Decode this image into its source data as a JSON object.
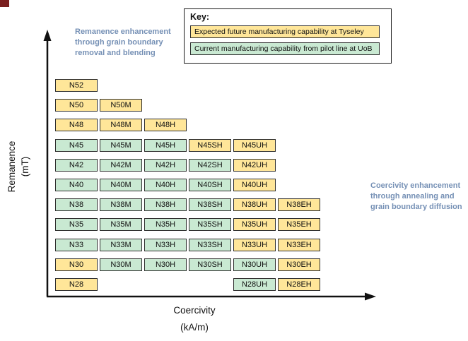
{
  "colors": {
    "future": "#FFE699",
    "current": "#C9E9D2",
    "annotation_blue": "#7590B5"
  },
  "key": {
    "title": "Key:",
    "items": [
      {
        "label": "Expected future manufacturing capability at Tyseley",
        "status": "future"
      },
      {
        "label": "Current manufacturing capability from pilot line at UoB",
        "status": "current"
      }
    ]
  },
  "annotations": {
    "remanence": "Remanence enhancement through grain boundary removal and blending",
    "coercivity": "Coercivity enhancement through annealing and grain boundary diffusion"
  },
  "axes": {
    "y_label_lines": [
      "Remanence",
      "(mT)"
    ],
    "x_label_lines": [
      "Coercivity",
      "(kA/m)"
    ]
  },
  "chart_data": {
    "type": "table",
    "xlabel": "Coercivity (kA/m)",
    "ylabel": "Remanence (mT)",
    "legend": {
      "future": "Expected future manufacturing capability at Tyseley",
      "current": "Current manufacturing capability from pilot line at UoB"
    },
    "rows": [
      {
        "grade": "N52",
        "cells": [
          {
            "label": "N52",
            "col": 0,
            "status": "future"
          }
        ]
      },
      {
        "grade": "N50",
        "cells": [
          {
            "label": "N50",
            "col": 0,
            "status": "future"
          },
          {
            "label": "N50M",
            "col": 1,
            "status": "future"
          }
        ]
      },
      {
        "grade": "N48",
        "cells": [
          {
            "label": "N48",
            "col": 0,
            "status": "future"
          },
          {
            "label": "N48M",
            "col": 1,
            "status": "future"
          },
          {
            "label": "N48H",
            "col": 2,
            "status": "future"
          }
        ]
      },
      {
        "grade": "N45",
        "cells": [
          {
            "label": "N45",
            "col": 0,
            "status": "current"
          },
          {
            "label": "N45M",
            "col": 1,
            "status": "current"
          },
          {
            "label": "N45H",
            "col": 2,
            "status": "current"
          },
          {
            "label": "N45SH",
            "col": 3,
            "status": "future"
          },
          {
            "label": "N45UH",
            "col": 4,
            "status": "future"
          }
        ]
      },
      {
        "grade": "N42",
        "cells": [
          {
            "label": "N42",
            "col": 0,
            "status": "current"
          },
          {
            "label": "N42M",
            "col": 1,
            "status": "current"
          },
          {
            "label": "N42H",
            "col": 2,
            "status": "current"
          },
          {
            "label": "N42SH",
            "col": 3,
            "status": "current"
          },
          {
            "label": "N42UH",
            "col": 4,
            "status": "future"
          }
        ]
      },
      {
        "grade": "N40",
        "cells": [
          {
            "label": "N40",
            "col": 0,
            "status": "current"
          },
          {
            "label": "N40M",
            "col": 1,
            "status": "current"
          },
          {
            "label": "N40H",
            "col": 2,
            "status": "current"
          },
          {
            "label": "N40SH",
            "col": 3,
            "status": "current"
          },
          {
            "label": "N40UH",
            "col": 4,
            "status": "future"
          }
        ]
      },
      {
        "grade": "N38",
        "cells": [
          {
            "label": "N38",
            "col": 0,
            "status": "current"
          },
          {
            "label": "N38M",
            "col": 1,
            "status": "current"
          },
          {
            "label": "N38H",
            "col": 2,
            "status": "current"
          },
          {
            "label": "N38SH",
            "col": 3,
            "status": "current"
          },
          {
            "label": "N38UH",
            "col": 4,
            "status": "future"
          },
          {
            "label": "N38EH",
            "col": 5,
            "status": "future"
          }
        ]
      },
      {
        "grade": "N35",
        "cells": [
          {
            "label": "N35",
            "col": 0,
            "status": "current"
          },
          {
            "label": "N35M",
            "col": 1,
            "status": "current"
          },
          {
            "label": "N35H",
            "col": 2,
            "status": "current"
          },
          {
            "label": "N35SH",
            "col": 3,
            "status": "current"
          },
          {
            "label": "N35UH",
            "col": 4,
            "status": "future"
          },
          {
            "label": "N35EH",
            "col": 5,
            "status": "future"
          }
        ]
      },
      {
        "grade": "N33",
        "cells": [
          {
            "label": "N33",
            "col": 0,
            "status": "current"
          },
          {
            "label": "N33M",
            "col": 1,
            "status": "current"
          },
          {
            "label": "N33H",
            "col": 2,
            "status": "current"
          },
          {
            "label": "N33SH",
            "col": 3,
            "status": "current"
          },
          {
            "label": "N33UH",
            "col": 4,
            "status": "future"
          },
          {
            "label": "N33EH",
            "col": 5,
            "status": "future"
          }
        ]
      },
      {
        "grade": "N30",
        "cells": [
          {
            "label": "N30",
            "col": 0,
            "status": "future"
          },
          {
            "label": "N30M",
            "col": 1,
            "status": "current"
          },
          {
            "label": "N30H",
            "col": 2,
            "status": "current"
          },
          {
            "label": "N30SH",
            "col": 3,
            "status": "current"
          },
          {
            "label": "N30UH",
            "col": 4,
            "status": "current"
          },
          {
            "label": "N30EH",
            "col": 5,
            "status": "future"
          }
        ]
      },
      {
        "grade": "N28",
        "cells": [
          {
            "label": "N28",
            "col": 0,
            "status": "future"
          },
          {
            "label": "N28UH",
            "col": 4,
            "status": "current"
          },
          {
            "label": "N28EH",
            "col": 5,
            "status": "future"
          }
        ]
      }
    ]
  }
}
